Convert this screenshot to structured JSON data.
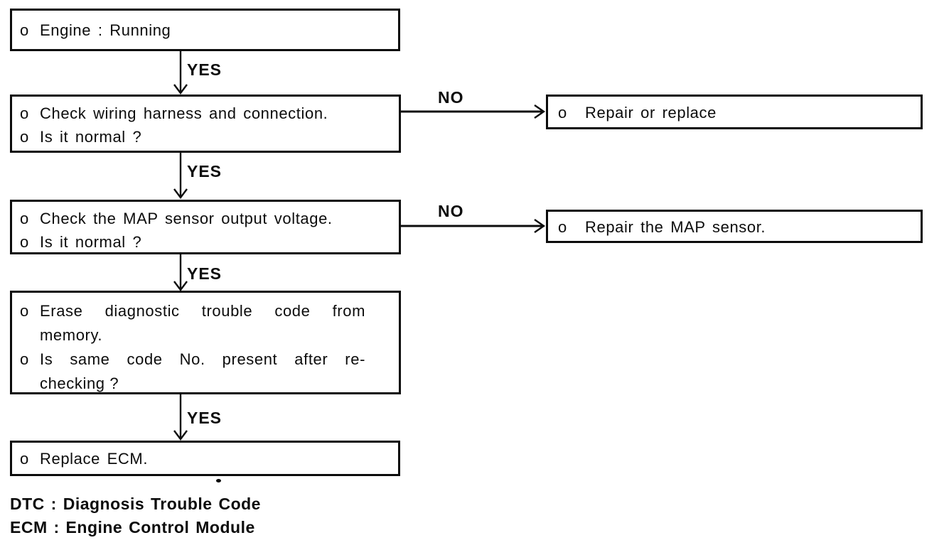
{
  "bullet": "o",
  "ink_color": "#0c0c0c",
  "background_color": "#ffffff",
  "edge_labels": {
    "yes": "YES",
    "no": "NO"
  },
  "nodes": {
    "engine_running": {
      "text": "Engine : Running"
    },
    "check_wiring": {
      "line1": "Check wiring harness and connection.",
      "line2": "Is it normal ?"
    },
    "repair_or_replace": {
      "text": "Repair or replace"
    },
    "check_map_sensor": {
      "line1": "Check the MAP sensor output voltage.",
      "line2": "Is it normal ?"
    },
    "repair_map_sensor": {
      "text": "Repair the MAP sensor."
    },
    "erase_dtc": {
      "item1_line1": "Erase diagnostic trouble code from",
      "item1_line2": "memory.",
      "item2_line1": "Is same code No. present after re-",
      "item2_line2": "checking ?"
    },
    "replace_ecm": {
      "text": "Replace ECM."
    }
  },
  "footnotes": {
    "dtc": "DTC : Diagnosis Trouble Code",
    "ecm": "ECM : Engine Control Module"
  }
}
